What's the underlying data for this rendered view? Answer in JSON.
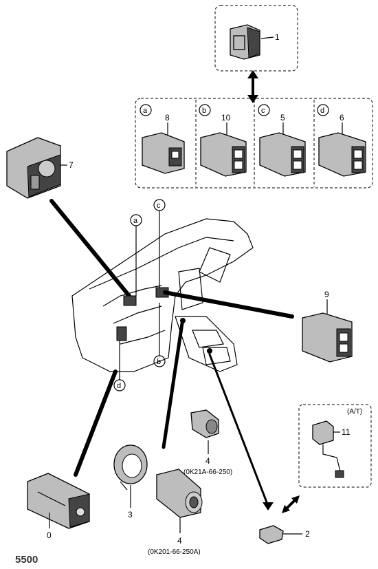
{
  "callouts": {
    "part_1": "1",
    "part_2": "2",
    "part_3": "3",
    "part_4_upper": "4",
    "part_4_lower": "4",
    "part_5": "5",
    "part_6": "6",
    "part_7": "7",
    "part_8": "8",
    "part_9": "9",
    "part_10": "10",
    "part_11": "11",
    "part_0": "0"
  },
  "location_letters": {
    "a_box": "a",
    "b_box": "b",
    "c_box": "c",
    "d_box": "d",
    "a_dash": "a",
    "b_dash": "b",
    "c_dash": "c",
    "d_dash": "d"
  },
  "captions": {
    "part_4_upper": "(0K21A-66-250)",
    "part_4_lower": "(0K201-66-250A)",
    "at_label": "(A/T)"
  },
  "reference_number": "5500"
}
